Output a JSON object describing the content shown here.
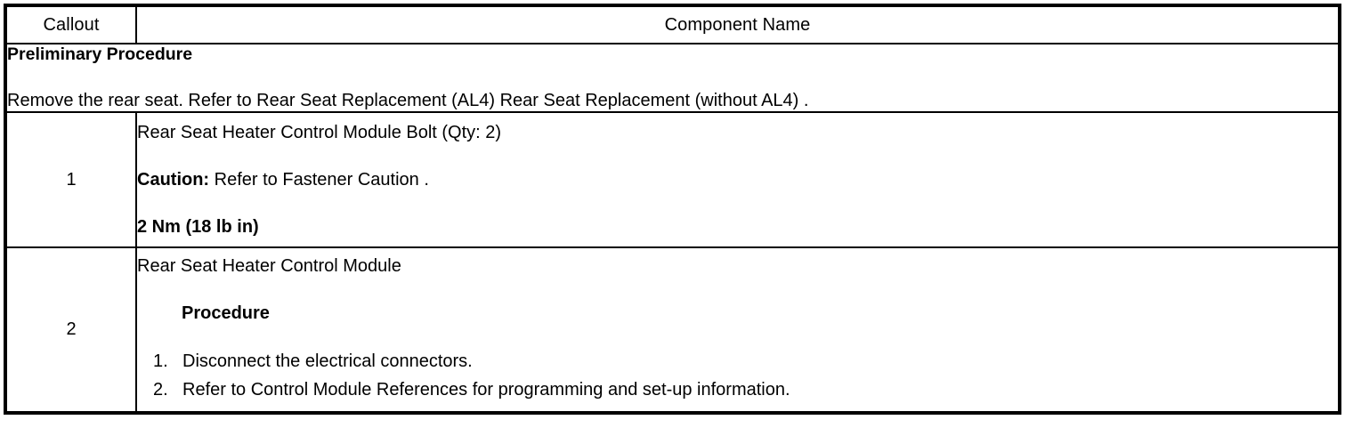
{
  "table": {
    "headers": {
      "callout": "Callout",
      "component_name": "Component Name"
    },
    "preliminary": {
      "title": "Preliminary Procedure",
      "text": "Remove the rear seat. Refer to Rear Seat Replacement (AL4) Rear Seat Replacement (without AL4) ."
    },
    "rows": [
      {
        "callout": "1",
        "name": "Rear Seat Heater Control Module Bolt (Qty: 2)",
        "caution_label": "Caution:",
        "caution_text": " Refer to Fastener Caution .",
        "torque": "2 Nm (18 lb in)"
      },
      {
        "callout": "2",
        "name": "Rear Seat Heater Control Module",
        "procedure_heading": "Procedure",
        "steps": [
          {
            "num": "1.",
            "text": "Disconnect the electrical connectors."
          },
          {
            "num": "2.",
            "text": "Refer to Control Module References for programming and set-up information."
          }
        ]
      }
    ]
  },
  "colors": {
    "border": "#000000",
    "text": "#000000",
    "background": "#ffffff"
  }
}
